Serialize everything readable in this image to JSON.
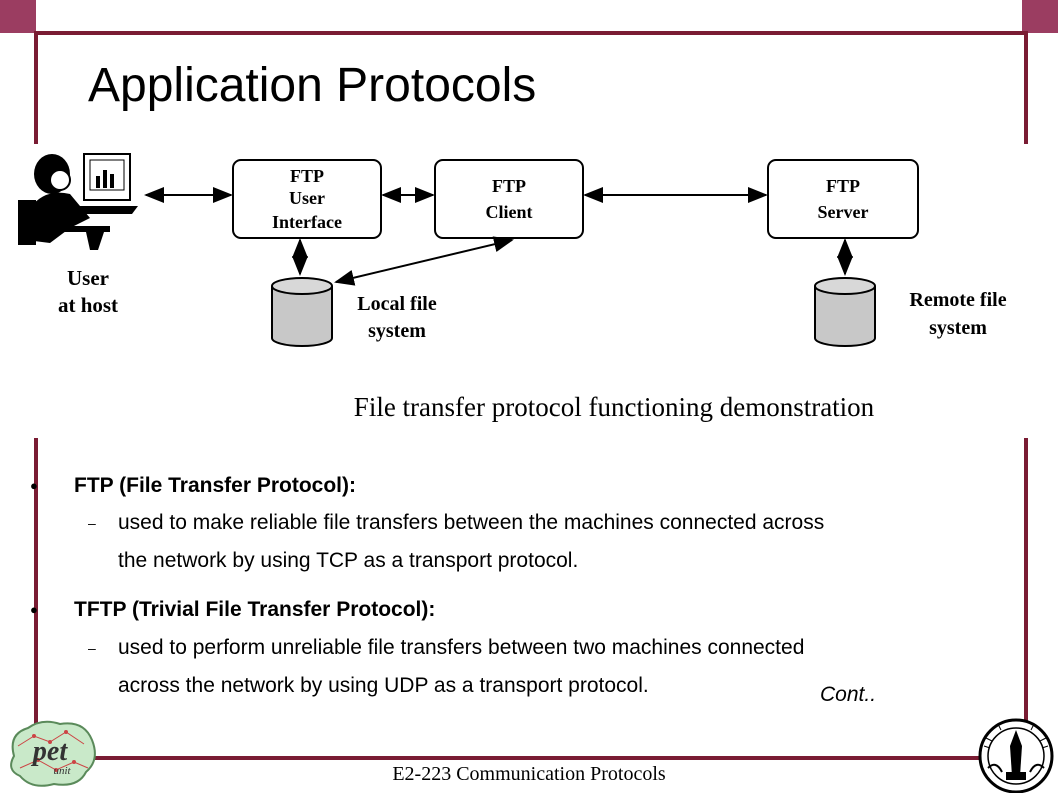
{
  "slide": {
    "title": "Application Protocols",
    "footer": "E2-223 Communication Protocols",
    "cont_label": "Cont.."
  },
  "diagram": {
    "user_label_line1": "User",
    "user_label_line2": "at host",
    "ftp_ui_line1": "FTP",
    "ftp_ui_line2": "User",
    "ftp_ui_line3": "Interface",
    "ftp_client_line1": "FTP",
    "ftp_client_line2": "Client",
    "ftp_server_line1": "FTP",
    "ftp_server_line2": "Server",
    "local_fs_line1": "Local file",
    "local_fs_line2": "system",
    "remote_fs_line1": "Remote file",
    "remote_fs_line2": "system",
    "caption": "File transfer protocol functioning demonstration"
  },
  "bullets": [
    {
      "heading": "FTP (File Transfer Protocol):",
      "sub_line1": "used to make reliable file transfers between the machines connected across",
      "sub_line2": "the network by using TCP as a transport protocol."
    },
    {
      "heading": "TFTP (Trivial File Transfer Protocol):",
      "sub_line1": "used to perform unreliable file transfers between two machines connected",
      "sub_line2": "across the network by using UDP as a transport protocol."
    }
  ],
  "logos": {
    "pet_text": "pet",
    "pet_subtext": "unit"
  },
  "colors": {
    "frame": "#7a1c33",
    "corner": "#9b3d61",
    "pet_logo_fill": "#c9e9c9"
  }
}
